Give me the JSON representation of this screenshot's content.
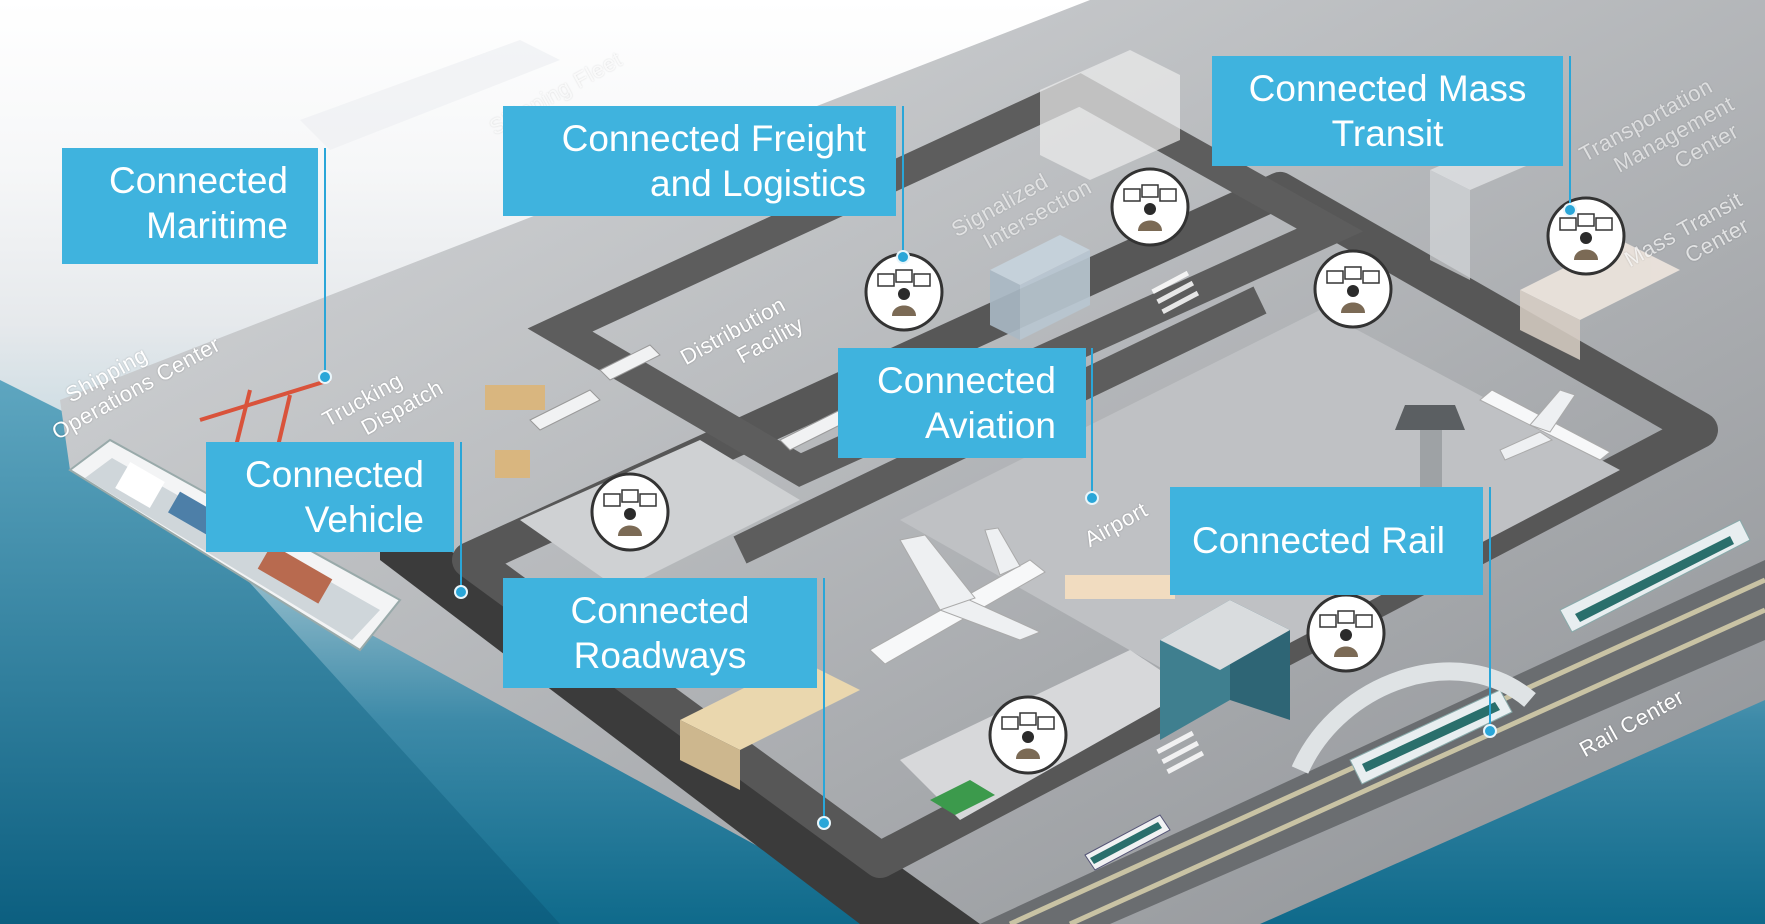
{
  "callouts": {
    "maritime": {
      "line1": "Connected",
      "line2": "Maritime"
    },
    "freight": {
      "line1": "Connected Freight",
      "line2": "and Logistics"
    },
    "mass_transit": {
      "line1": "Connected Mass",
      "line2": "Transit"
    },
    "aviation": {
      "line1": "Connected",
      "line2": "Aviation"
    },
    "vehicle": {
      "line1": "Connected",
      "line2": "Vehicle"
    },
    "rail": {
      "line1": "Connected Rail"
    },
    "roadways": {
      "line1": "Connected",
      "line2": "Roadways"
    }
  },
  "places": {
    "shipping_ops_1": "Shipping",
    "shipping_ops_2": "Operations Center",
    "trucking_1": "Trucking",
    "trucking_2": "Dispatch",
    "distribution_1": "Distribution",
    "distribution_2": "Facility",
    "shipping_fleet": "Shipping Fleet",
    "signalized_1": "Signalized",
    "signalized_2": "Intersection",
    "tmc_1": "Transportation",
    "tmc_2": "Management",
    "tmc_3": "Center",
    "mtc_1": "Mass Transit",
    "mtc_2": "Center",
    "airport": "Airport",
    "rail_center": "Rail Center"
  },
  "colors": {
    "callout": "#3fb3de",
    "leader": "#2aa6d8",
    "water": "#0f6a8b",
    "road": "#4a4a4a"
  },
  "icons": [
    "operator-monitor-icon"
  ]
}
